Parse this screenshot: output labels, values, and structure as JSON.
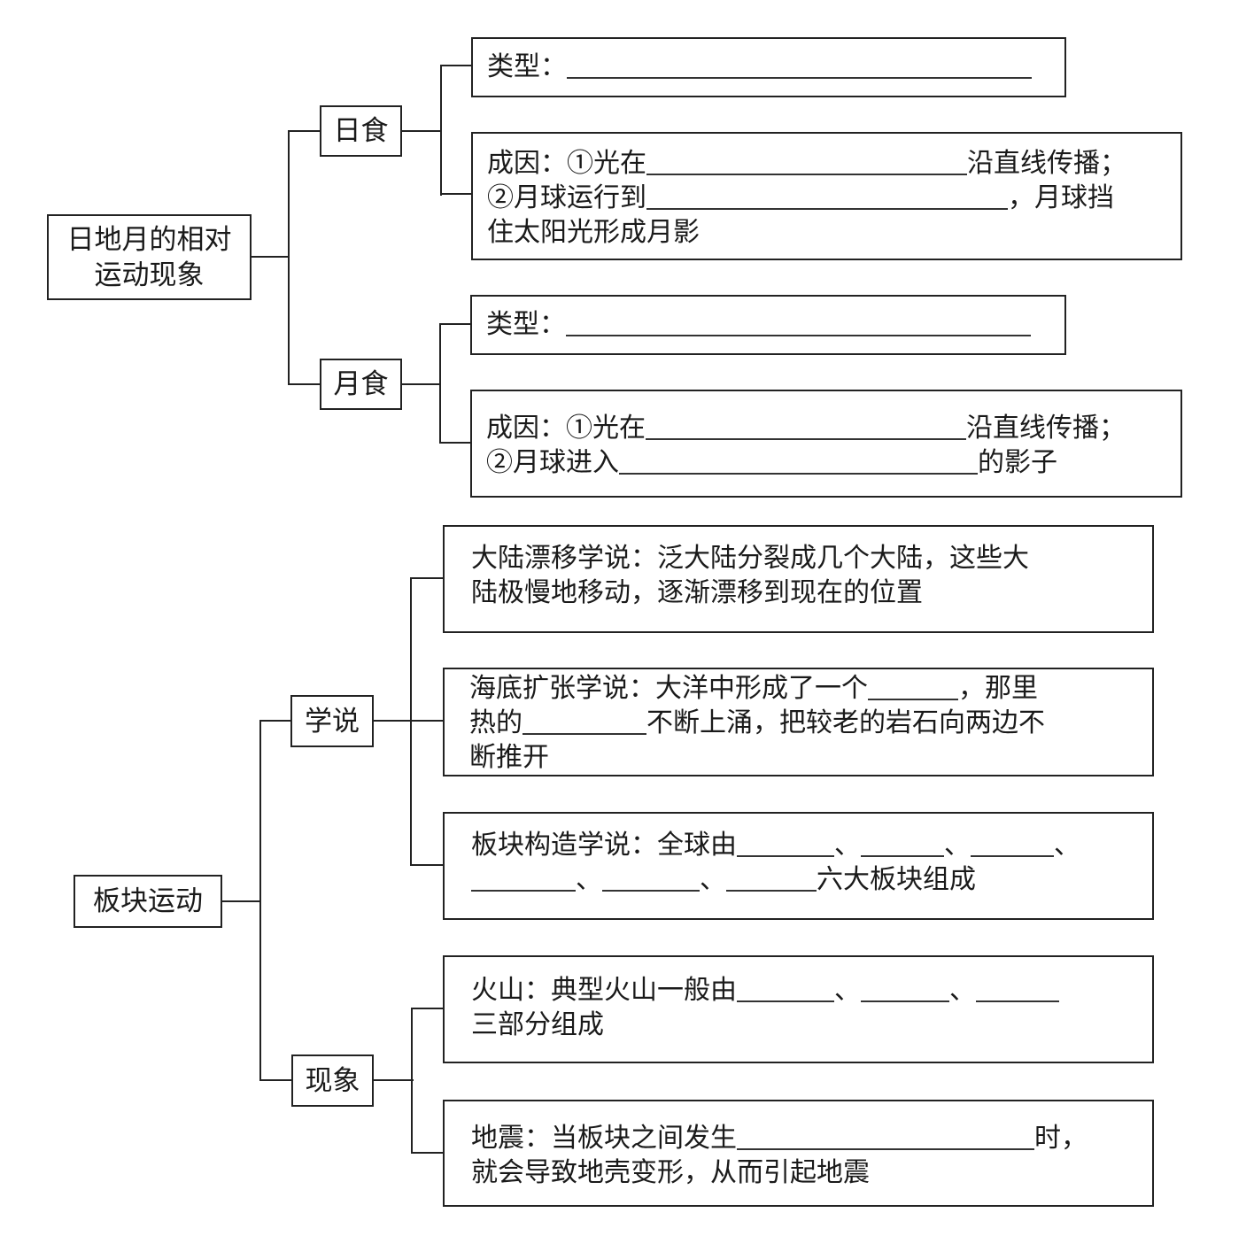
{
  "diagrams": [
    {
      "root": "日地月的相对运动现象",
      "root_lines": [
        "日地月的相对",
        "运动现象"
      ],
      "branches": [
        {
          "label": "日食",
          "items": [
            {
              "segments": [
                "类型："
              ],
              "blanks": 1
            },
            {
              "lines": [
                [
                  "成因：①光在",
                  "",
                  "沿直线传播；"
                ],
                [
                  "②月球运行到",
                  "",
                  "，月球挡"
                ],
                [
                  "住太阳光形成月影"
                ]
              ]
            }
          ]
        },
        {
          "label": "月食",
          "items": [
            {
              "segments": [
                "类型："
              ],
              "blanks": 1
            },
            {
              "lines": [
                [
                  "成因：①光在",
                  "",
                  "沿直线传播；"
                ],
                [
                  "②月球进入",
                  "",
                  "的影子"
                ]
              ]
            }
          ]
        }
      ]
    },
    {
      "root": "板块运动",
      "branches": [
        {
          "label": "学说",
          "items": [
            {
              "lines": [
                [
                  "大陆漂移学说：泛大陆分裂成几个大陆，这些大"
                ],
                [
                  "陆极慢地移动，逐渐漂移到现在的位置"
                ]
              ]
            },
            {
              "lines": [
                [
                  "海底扩张学说：大洋中形成了一个",
                  "",
                  "，那里"
                ],
                [
                  "热的",
                  "",
                  "不断上涌，把较老的岩石向两边不"
                ],
                [
                  "断推开"
                ]
              ]
            },
            {
              "lines": [
                [
                  "板块构造学说：全球由",
                  "",
                  "、",
                  "",
                  "、",
                  "",
                  "、"
                ],
                [
                  "",
                  "、",
                  "",
                  "、",
                  "",
                  "六大板块组成"
                ]
              ]
            }
          ]
        },
        {
          "label": "现象",
          "items": [
            {
              "lines": [
                [
                  "火山：典型火山一般由",
                  "",
                  "、",
                  "",
                  "、",
                  ""
                ],
                [
                  "三部分组成"
                ]
              ]
            },
            {
              "lines": [
                [
                  "地震：当板块之间发生",
                  "",
                  "时，"
                ],
                [
                  "就会导致地壳变形，从而引起地震"
                ]
              ]
            }
          ]
        }
      ]
    }
  ],
  "text": {
    "root1_l1": "日地月的相对",
    "root1_l2": "运动现象",
    "rishi": "日食",
    "yueshi": "月食",
    "leixing": "类型：",
    "cy_a1": "成因：①光在",
    "cy_a2": "沿直线传播；",
    "cy_a3": "②月球运行到",
    "cy_a4": "，月球挡",
    "cy_a5": "住太阳光形成月影",
    "cy_b1": "成因：①光在",
    "cy_b2": "沿直线传播；",
    "cy_b3": "②月球进入",
    "cy_b4": "的影子",
    "root2": "板块运动",
    "xueshuo": "学说",
    "xianxiang": "现象",
    "dl1": "大陆漂移学说：泛大陆分裂成几个大陆，这些大",
    "dl2": "陆极慢地移动，逐渐漂移到现在的位置",
    "hd1": "海底扩张学说：大洋中形成了一个",
    "hd2": "，那里",
    "hd3": "热的",
    "hd4": "不断上涌，把较老的岩石向两边不",
    "hd5": "断推开",
    "bk1": "板块构造学说：全球由",
    "sep": "、",
    "bk2": "六大板块组成",
    "hs1": "火山：典型火山一般由",
    "hs2": "三部分组成",
    "dz1": "地震：当板块之间发生",
    "dz2": "时，",
    "dz3": "就会导致地壳变形，从而引起地震"
  }
}
